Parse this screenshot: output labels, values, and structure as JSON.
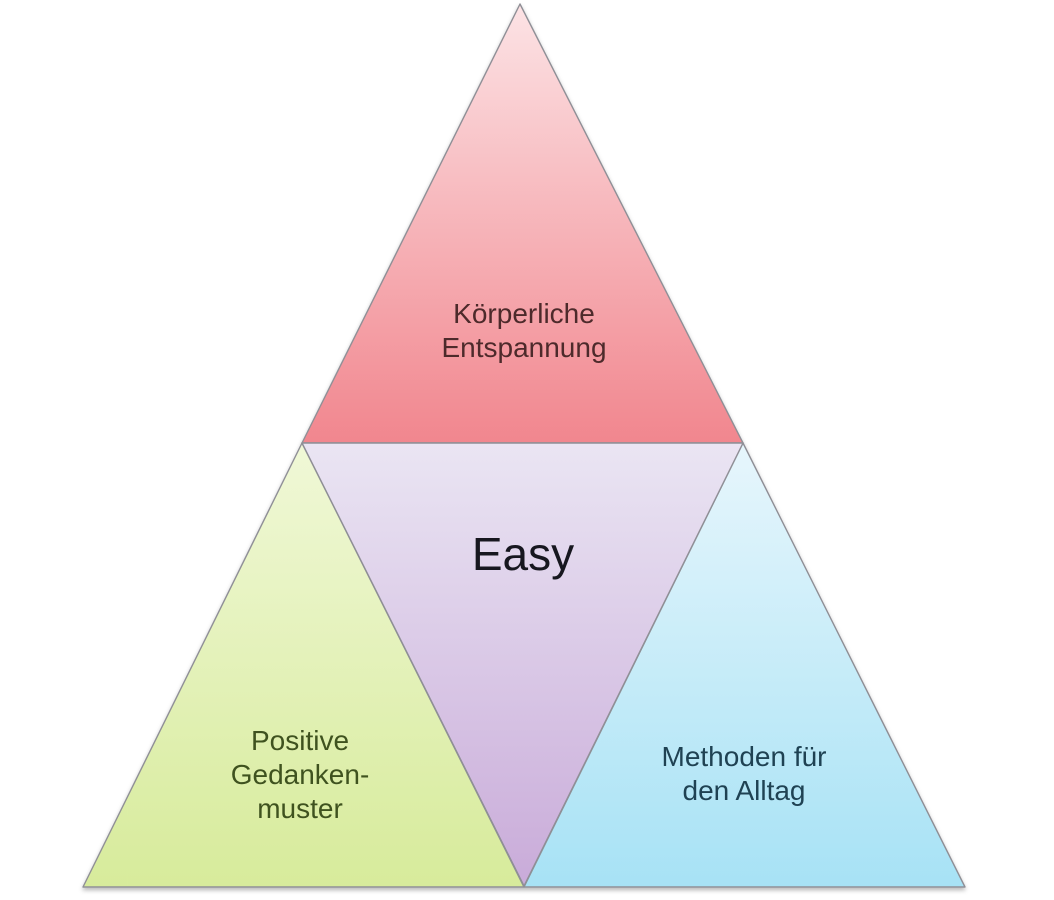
{
  "diagram": {
    "type": "pyramid-triangle-diagram",
    "background_color": "#ffffff",
    "border_color": "#8f8f96",
    "sections": {
      "top": {
        "label": "Körperliche\nEntspannung",
        "fill_top": "#fce3e5",
        "fill_bottom": "#f1868e",
        "text_color": "#4d2a2b"
      },
      "center": {
        "label": "Easy",
        "fill_top": "#eae5f3",
        "fill_bottom": "#c9abd9",
        "text_color": "#17171f"
      },
      "bottom_left": {
        "label": "Positive\nGedanken-\nmuster",
        "fill_top": "#f0f8d7",
        "fill_bottom": "#d7eb9b",
        "text_color": "#3f521f"
      },
      "bottom_right": {
        "label": "Methoden für\nden Alltag",
        "fill_top": "#e7f6fc",
        "fill_bottom": "#a7e2f5",
        "text_color": "#1f4253"
      }
    }
  }
}
